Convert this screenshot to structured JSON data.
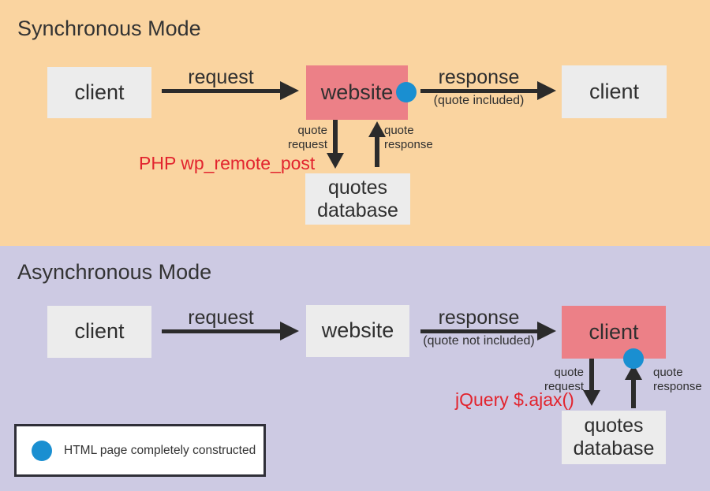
{
  "colors": {
    "sync_bg": "#FAD4A0",
    "async_bg": "#CDCAE3",
    "box_gray": "#ECECEC",
    "box_pink": "#EC8087",
    "accent_blue": "#1A8FD1",
    "arrow": "#2B2B2B",
    "text": "#333333",
    "code_red": "#E2242E",
    "legend_border": "#2F2F38"
  },
  "sync": {
    "title": "Synchronous Mode",
    "client_left": "client",
    "website": "website",
    "client_right": "client",
    "request": "request",
    "response": "response",
    "response_note": "(quote included)",
    "quote_request_l1": "quote",
    "quote_request_l2": "request",
    "quote_response_l1": "quote",
    "quote_response_l2": "response",
    "api_label": "PHP wp_remote_post",
    "db_l1": "quotes",
    "db_l2": "database"
  },
  "async": {
    "title": "Asynchronous Mode",
    "client_left": "client",
    "website": "website",
    "client_right": "client",
    "request": "request",
    "response": "response",
    "response_note": "(quote not included)",
    "quote_request_l1": "quote",
    "quote_request_l2": "request",
    "quote_response_l1": "quote",
    "quote_response_l2": "response",
    "api_label": "jQuery $.ajax()",
    "db_l1": "quotes",
    "db_l2": "database"
  },
  "legend": {
    "label": "HTML page completely constructed"
  }
}
